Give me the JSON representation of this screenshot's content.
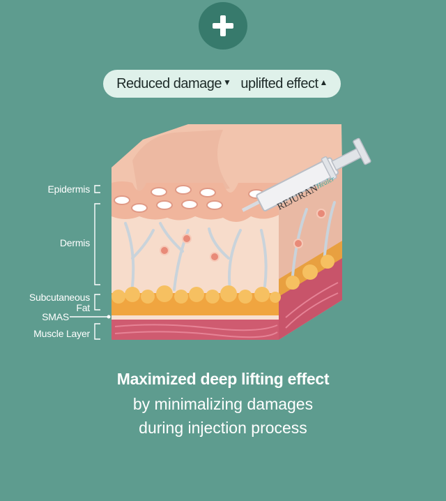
{
  "header": {
    "plus_icon": "plus-icon",
    "pill_text_1": "Reduced damage",
    "pill_arrow_1": "▼",
    "pill_text_2": "uplifted effect",
    "pill_arrow_2": "▲"
  },
  "labels": {
    "epidermis": "Epidermis",
    "dermis": "Dermis",
    "subcutaneous_1": "Subcutaneous",
    "subcutaneous_2": "Fat",
    "smas": "SMAS",
    "muscle": "Muscle Layer"
  },
  "syringe": {
    "brand": "REJURAN",
    "sub": "Healer"
  },
  "caption": {
    "line1": "Maximized deep lifting effect",
    "line2": "by minimalizing damages",
    "line3": "during injection process"
  },
  "colors": {
    "background": "#5e9c8f",
    "circle": "#377a6c",
    "pill": "#dff1ea"
  }
}
